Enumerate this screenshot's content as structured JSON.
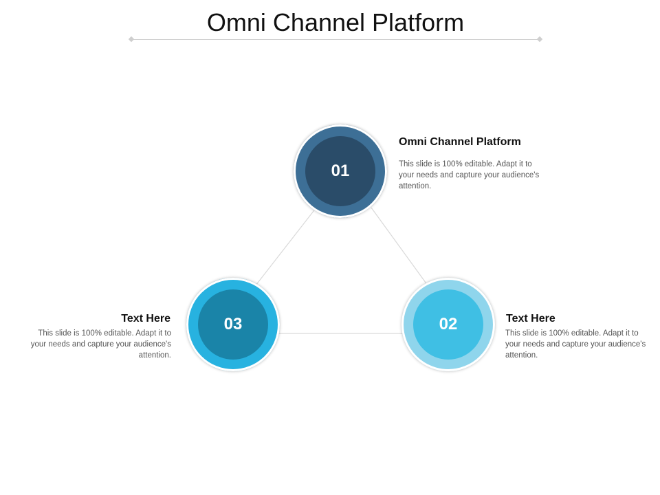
{
  "title": "Omni Channel Platform",
  "colors": {
    "node_01_outer": "#3d6f96",
    "node_01_inner": "#2a4c69",
    "node_02_outer": "#8fd5ec",
    "node_02_inner": "#3fbfe4",
    "node_03_outer": "#27b2e0",
    "node_03_inner": "#1a84a8",
    "connector": "#d9d9d9"
  },
  "nodes": [
    {
      "number": "01",
      "heading": "Omni Channel Platform",
      "description": "This slide is 100% editable. Adapt it to your needs and capture your audience's attention."
    },
    {
      "number": "02",
      "heading": "Text Here",
      "description": "This slide is 100% editable. Adapt it to your needs and capture your audience's attention."
    },
    {
      "number": "03",
      "heading": "Text Here",
      "description": "This slide is 100% editable. Adapt it to your needs and capture your audience's attention."
    }
  ]
}
